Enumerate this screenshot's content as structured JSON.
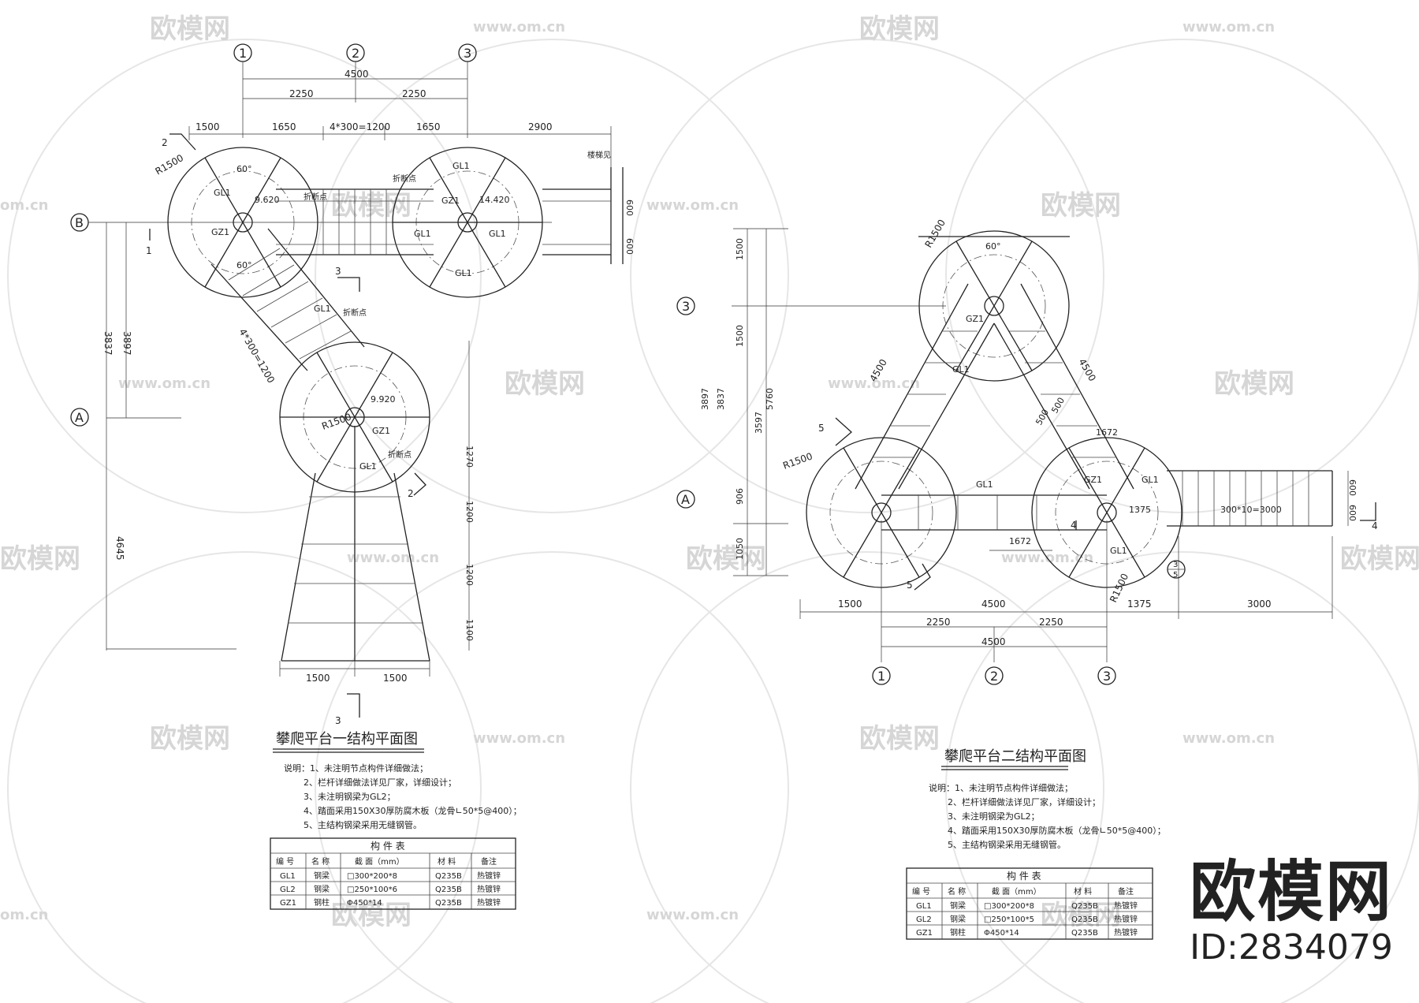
{
  "watermark": {
    "brand": "欧模网",
    "url": "www.om.cn",
    "url_short": "om.cn"
  },
  "brand_mark": {
    "name": "欧模网",
    "id": "ID:2834079"
  },
  "plan1": {
    "title": "攀爬平台一结构平面图",
    "axes": {
      "a1": "1",
      "a2": "2",
      "a3": "3",
      "aA": "A",
      "aB": "B"
    },
    "dims": {
      "total": "4500",
      "half1": "2250",
      "half2": "2250",
      "seg1": "1500",
      "seg2": "1650",
      "seg3": "4*300=1200",
      "seg4": "1650",
      "seg5": "2900",
      "v1": "3837",
      "v2": "3897",
      "v3": "4645",
      "r1": "R1500",
      "r2": "R1500",
      "bot1": "1500",
      "bot2": "1500",
      "rv1": "1270",
      "rv2": "1200",
      "rv3": "1200",
      "rv4": "1100",
      "stairs": "4*300=1200",
      "w1": "600",
      "w2": "600"
    },
    "labels": {
      "gl1": "GL1",
      "gz1": "GZ1",
      "elev1": "9.620",
      "elev2": "14.420",
      "elev3": "9.920",
      "ang": "60°",
      "cut1": "1",
      "cut2": "2",
      "cut3": "3",
      "turn": "折断点",
      "stair": "楼梯见"
    },
    "notes": [
      "说明：1、未注明节点构件详细做法；",
      "2、栏杆详细做法详见厂家，详细设计；",
      "3、未注明钢梁为GL2；",
      "4、踏面采用150X30厚防腐木板（龙骨∟50*5@400）；",
      "5、主结构钢梁采用无缝钢管。"
    ],
    "table": {
      "title": "构 件 表",
      "headers": [
        "编 号",
        "名 称",
        "截 面（mm）",
        "材 料",
        "备注"
      ],
      "rows": [
        [
          "GL1",
          "钢梁",
          "□300*200*8",
          "Q235B",
          "热镀锌"
        ],
        [
          "GL2",
          "钢梁",
          "□250*100*6",
          "Q235B",
          "热镀锌"
        ],
        [
          "GZ1",
          "钢柱",
          "Φ450*14",
          "Q235B",
          "热镀锌"
        ]
      ]
    }
  },
  "plan2": {
    "title": "攀爬平台二结构平面图",
    "axes": {
      "a1": "1",
      "a2": "2",
      "a3": "3",
      "aA": "A",
      "aC": "3"
    },
    "dims": {
      "total": "4500",
      "half1": "2250",
      "half2": "2250",
      "b1": "1500",
      "b2": "4500",
      "b3": "1375",
      "b4": "3000",
      "v1": "3897",
      "v2": "3837",
      "v3": "5760",
      "s1": "1500",
      "s2": "1500",
      "s3": "3597",
      "s4": "906",
      "s5": "1050",
      "r1": "R1500",
      "r2": "R1500",
      "r3": "R1500",
      "leg1": "4500",
      "leg2": "4500",
      "mid": "1672",
      "stair": "300*10=3000",
      "in1": "1375",
      "in2": "1375",
      "w1": "600",
      "w2": "600",
      "k1": "1672",
      "k2": "500",
      "k3": "500"
    },
    "labels": {
      "gl1": "GL1",
      "gz1": "GZ1",
      "ang": "60°",
      "cut4": "4",
      "cut5": "5",
      "sub3": "3",
      "sub5": "5"
    },
    "notes": [
      "说明：1、未注明节点构件详细做法；",
      "2、栏杆详细做法详见厂家，详细设计；",
      "3、未注明钢梁为GL2；",
      "4、踏面采用150X30厚防腐木板（龙骨∟50*5@400）；",
      "5、主结构钢梁采用无缝钢管。"
    ],
    "table": {
      "title": "构 件 表",
      "headers": [
        "编 号",
        "名 称",
        "截 面（mm）",
        "材 料",
        "备注"
      ],
      "rows": [
        [
          "GL1",
          "钢梁",
          "□300*200*8",
          "Q235B",
          "热镀锌"
        ],
        [
          "GL2",
          "钢梁",
          "□250*100*5",
          "Q235B",
          "热镀锌"
        ],
        [
          "GZ1",
          "钢柱",
          "Φ450*14",
          "Q235B",
          "热镀锌"
        ]
      ]
    }
  }
}
